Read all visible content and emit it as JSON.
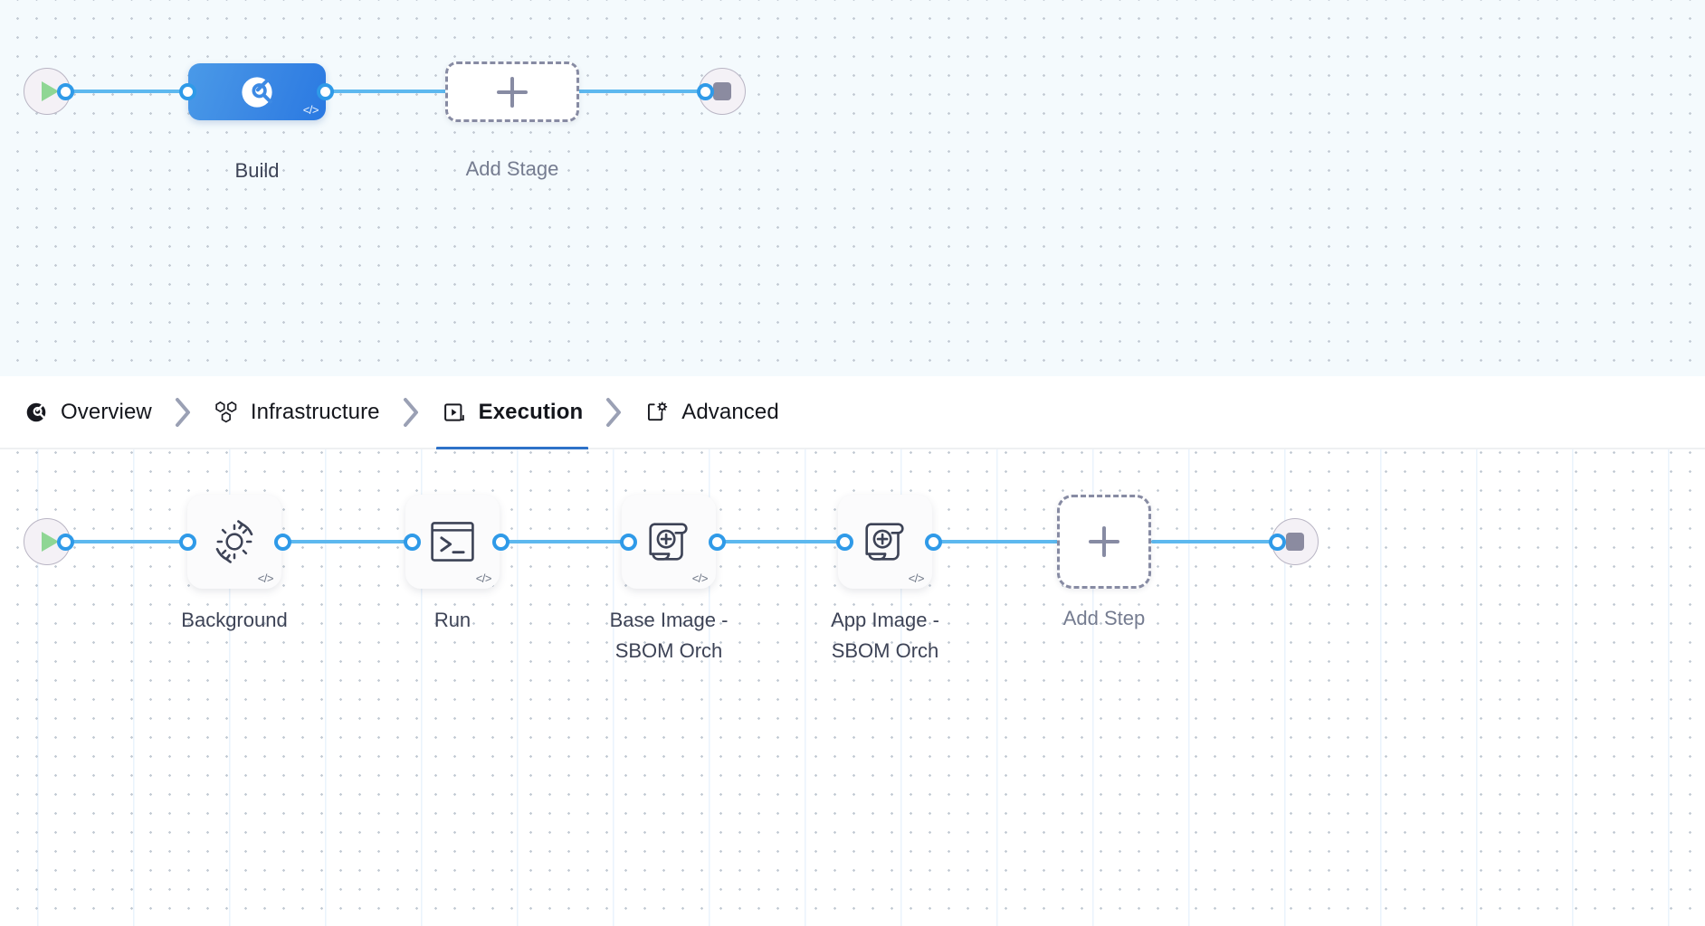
{
  "stage_graph": {
    "start_node": {
      "icon": "play-icon",
      "name": "pipeline-start"
    },
    "end_node": {
      "icon": "stop-icon",
      "name": "pipeline-end"
    },
    "stages": [
      {
        "label": "Build",
        "icon": "build-scan-icon",
        "badge": "</>",
        "selected": true
      },
      {
        "label": "Add Stage",
        "icon": "plus-icon",
        "type": "add"
      }
    ]
  },
  "tabs": {
    "items": [
      {
        "label": "Overview",
        "icon": "overview-icon",
        "active": false
      },
      {
        "label": "Infrastructure",
        "icon": "infrastructure-hex-icon",
        "active": false
      },
      {
        "label": "Execution",
        "icon": "execution-play-box-icon",
        "active": true
      },
      {
        "label": "Advanced",
        "icon": "advanced-gear-panel-icon",
        "active": false
      }
    ],
    "separator": "chevron-right-icon",
    "active_color": "#2e72c8"
  },
  "step_graph": {
    "start_node": {
      "icon": "play-icon",
      "name": "execution-start"
    },
    "end_node": {
      "icon": "stop-icon",
      "name": "execution-end"
    },
    "steps": [
      {
        "label": "Background",
        "icon": "gear-refresh-icon",
        "badge": "</>"
      },
      {
        "label": "Run",
        "icon": "terminal-icon",
        "badge": "</>"
      },
      {
        "label": "Base Image -\nSBOM Orch",
        "icon": "sbom-scroll-plus-icon",
        "badge": "</>"
      },
      {
        "label": "App Image -\nSBOM Orch",
        "icon": "sbom-scroll-plus-icon",
        "badge": "</>"
      },
      {
        "label": "Add Step",
        "icon": "plus-icon",
        "type": "add"
      }
    ]
  },
  "colors": {
    "edge": "#5db8ef",
    "port_ring": "#2f9ae8",
    "stage_selected_from": "#4a9ae8",
    "stage_selected_to": "#2a79e2",
    "canvas_top_bg": "#f4fafd",
    "canvas_bottom_bg": "#ffffff",
    "play_green": "#8fd694",
    "stop_gray": "#8b8ba0"
  }
}
